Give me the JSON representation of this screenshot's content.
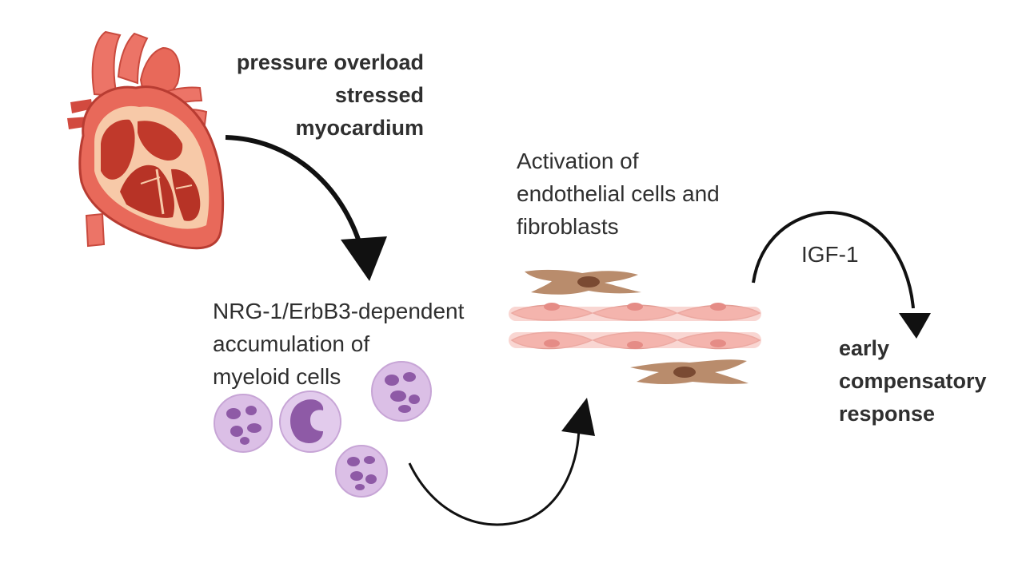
{
  "labels": {
    "pressure": [
      "pressure overload",
      "stressed",
      "myocardium"
    ],
    "activation": [
      "Activation of",
      "endothelial cells and",
      "fibroblasts"
    ],
    "nrg": [
      "NRG-1/ErbB3-dependent",
      "accumulation of",
      "myeloid cells"
    ],
    "igf": "IGF-1",
    "response": [
      "early",
      "compensatory",
      "response"
    ]
  },
  "colors": {
    "text": "#2f2f2f",
    "arrow": "#111111",
    "heart_outer": "#e8695a",
    "heart_muscle": "#f7c9a8",
    "heart_chamber": "#c0392b",
    "myeloid_cell": "#dbbfe6",
    "myeloid_nucleus": "#8e5aa6",
    "endothelial_cell": "#f4b4ad",
    "endothelial_nucleus": "#e58c86",
    "fibroblast": "#b98c6c",
    "fibroblast_nucleus": "#7a4a32"
  }
}
